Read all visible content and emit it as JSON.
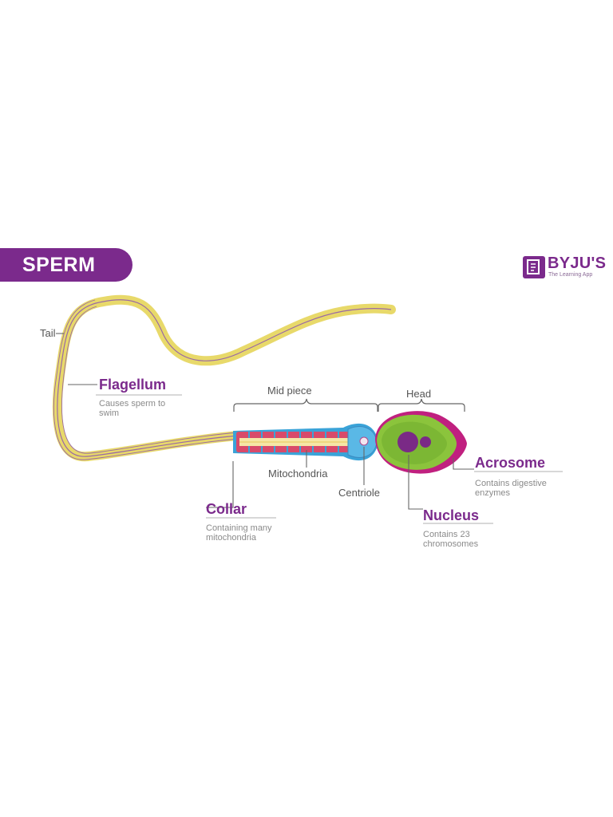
{
  "title": "SPERM",
  "logo": {
    "name": "BYJU'S",
    "tagline": "The Learning App"
  },
  "labels": {
    "tail": "Tail",
    "flagellum": {
      "name": "Flagellum",
      "desc": "Causes sperm to swim"
    },
    "mid_piece": "Mid piece",
    "head": "Head",
    "mitochondria": "Mitochondria",
    "centriole": "Centriole",
    "collar": {
      "name": "Collar",
      "desc": "Containing many mitochondria"
    },
    "acrosome": {
      "name": "Acrosome",
      "desc": "Contains digestive enzymes"
    },
    "nucleus": {
      "name": "Nucleus",
      "desc": "Contains 23 chromosomes"
    }
  },
  "colors": {
    "brand_purple": "#7b2a8c",
    "tail_yellow": "#e8d96a",
    "midpiece_red": "#d84a6a",
    "sheath_blue": "#3aa3d8",
    "head_green": "#8bc43c",
    "acrosome_magenta": "#c0207f",
    "nucleus_purple": "#7a2a86"
  }
}
